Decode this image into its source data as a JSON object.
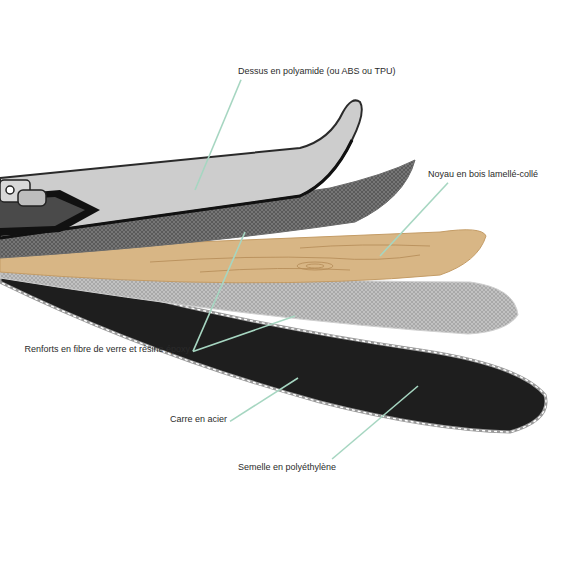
{
  "diagram": {
    "labels": [
      "Dessus en polyamide (ou ABS ou TPU)",
      "Noyau en bois lamellé-collé",
      "Renforts en fibre de verre et résine époxy",
      "Carre en acier",
      "Semelle en polyéthylène"
    ]
  }
}
